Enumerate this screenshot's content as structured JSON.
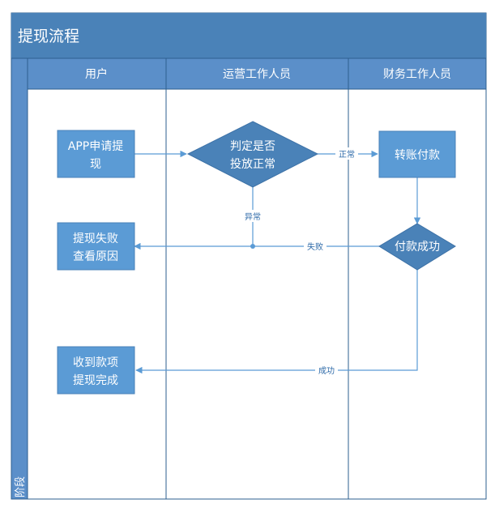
{
  "title": "提现流程",
  "stage_label": "阶段",
  "lanes": [
    {
      "id": "user",
      "label": "用户"
    },
    {
      "id": "ops",
      "label": "运营工作人员"
    },
    {
      "id": "finance",
      "label": "财务工作人员"
    }
  ],
  "nodes": {
    "apply": {
      "shape": "rect",
      "lines": [
        "APP申请提",
        "现"
      ]
    },
    "check": {
      "shape": "diamond",
      "lines": [
        "判定是否",
        "投放正常"
      ]
    },
    "transfer": {
      "shape": "rect",
      "lines": [
        "转账付款"
      ]
    },
    "pay_success": {
      "shape": "diamond",
      "lines": [
        "付款成功"
      ]
    },
    "fail_view": {
      "shape": "rect",
      "lines": [
        "提现失败",
        "查看原因"
      ]
    },
    "received": {
      "shape": "rect",
      "lines": [
        "收到款项",
        "提现完成"
      ]
    }
  },
  "edges": {
    "normal": "正常",
    "abnormal": "异常",
    "failed": "失败",
    "success": "成功"
  },
  "colors": {
    "header_dark": "#4a82b8",
    "header_mid": "#5b8fc9",
    "node_fill": "#5b9bd5",
    "diamond_fill": "#4a82b8",
    "connector": "#5b9bd5",
    "border": "#2e5f8f"
  }
}
